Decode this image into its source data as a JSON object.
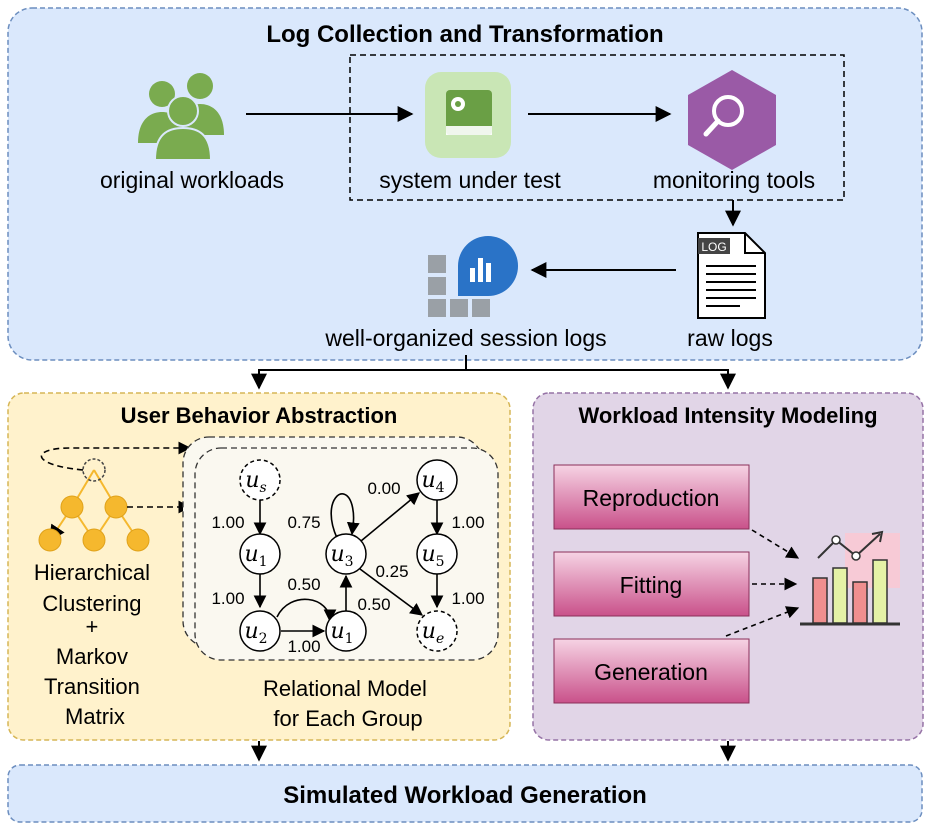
{
  "sections": {
    "log_collection": {
      "title": "Log Collection and Transformation"
    },
    "user_behavior": {
      "title": "User Behavior Abstraction"
    },
    "workload_intensity": {
      "title": "Workload Intensity Modeling"
    },
    "simulated": {
      "title": "Simulated Workload Generation"
    }
  },
  "log_collection": {
    "original_workloads": "original workloads",
    "system_under_test": "system under test",
    "monitoring_tools": "monitoring tools",
    "raw_logs": "raw logs",
    "raw_logs_badge": "LOG",
    "session_logs": "well-organized session logs"
  },
  "user_behavior": {
    "method": [
      "Hierarchical",
      "Clustering",
      "+",
      "Markov",
      "Transition",
      "Matrix"
    ],
    "relational_caption": [
      "Relational Model",
      "for Each Group"
    ],
    "nodes": {
      "us": {
        "base": "u",
        "sub": "s"
      },
      "u1a": {
        "base": "u",
        "sub": "1"
      },
      "u2": {
        "base": "u",
        "sub": "2"
      },
      "u1b": {
        "base": "u",
        "sub": "1"
      },
      "u3": {
        "base": "u",
        "sub": "3"
      },
      "u4": {
        "base": "u",
        "sub": "4"
      },
      "u5": {
        "base": "u",
        "sub": "5"
      },
      "ue": {
        "base": "u",
        "sub": "e"
      }
    },
    "edges": {
      "us_u1a": "1.00",
      "u3_self": "0.75",
      "u3_u4": "0.00",
      "u4_u5": "1.00",
      "u1a_u2": "1.00",
      "u2_u1a": "0.50",
      "u3_ue": "0.25",
      "u5_ue": "1.00",
      "u1b_u3": "0.50",
      "u2_u1b": "1.00"
    }
  },
  "workload_intensity": {
    "boxes": [
      "Reproduction",
      "Fitting",
      "Generation"
    ]
  },
  "colors": {
    "top_panel": "#dae8fc",
    "top_border": "#6c8ebf",
    "left_panel": "#fff2cc",
    "left_border": "#d6b656",
    "right_panel": "#e1d5e7",
    "right_border": "#9673a6",
    "people_green": "#7aab4f",
    "system_green": "#c9e6b5",
    "monitor_purple": "#9a5aa6",
    "session_blue": "#2a73c7",
    "tree_node": "#f5b82e",
    "model_box": "#faf8f0",
    "pink_box": "#c95c8f"
  }
}
